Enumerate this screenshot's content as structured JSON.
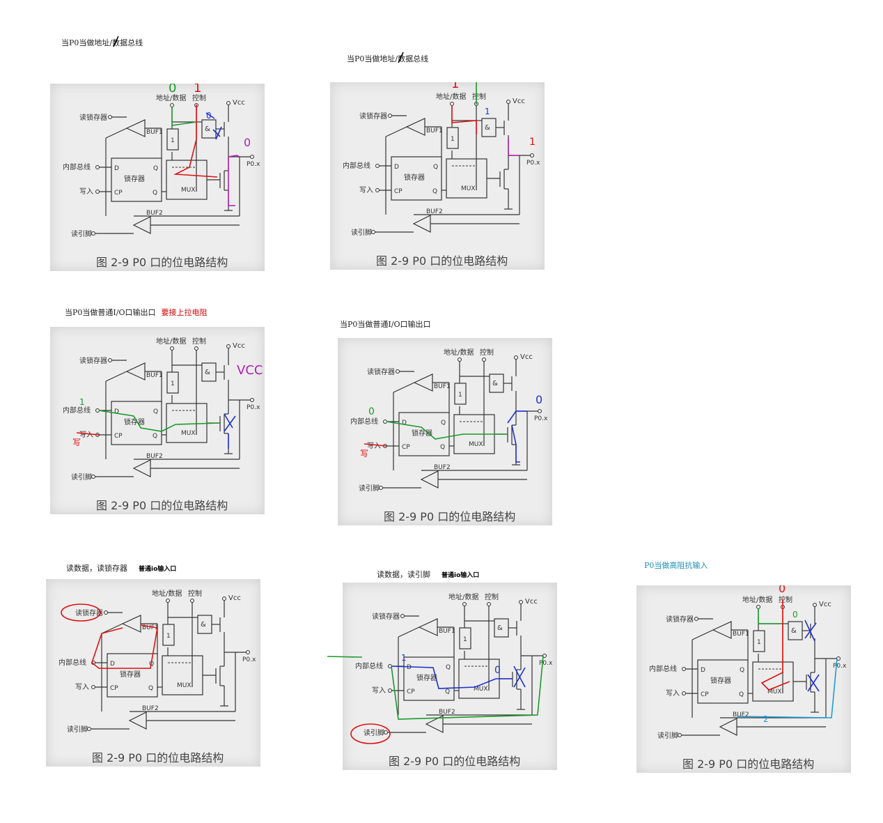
{
  "circuit": {
    "read_latch": "读锁存器",
    "internal_bus": "内部总线",
    "write_latch": "写入",
    "read_pin": "读引脚",
    "addr_data": "地址/数据",
    "control": "控制",
    "vcc": "Vcc",
    "buf1": "BUF1",
    "buf2": "BUF2",
    "latch": "锁存器",
    "d": "D",
    "cp": "CP",
    "q": "Q",
    "qbar": "Q",
    "mux": "MUX",
    "and": "&",
    "inv": "1",
    "pin": "P0.x",
    "figure_caption": "图 2-9   P0 口的位电路结构"
  },
  "panels": [
    {
      "caption": "当P0当做地址/数据总线",
      "note": ""
    },
    {
      "caption": "当P0当做地址/数据总线",
      "note": ""
    },
    {
      "caption": "当P0当做普通I/O口输出口",
      "note": "要接上拉电阻"
    },
    {
      "caption": "当P0当做普通I/O口输出口",
      "note": ""
    },
    {
      "caption": "读数据，读锁存器",
      "note": "普通io输入口"
    },
    {
      "caption": "读数据，读引脚",
      "note": "普通io输入口"
    },
    {
      "caption": "P0当做高阻抗输入",
      "note": ""
    }
  ],
  "annotations": {
    "p1": {
      "a": "0",
      "b": "1",
      "c": "0",
      "d": "0"
    },
    "p2": {
      "a": "1",
      "b": "1"
    },
    "p3": {
      "a": "1",
      "b": "1",
      "vcc": "VCC",
      "c": "1",
      "write": "写"
    },
    "p4": {
      "a": "0",
      "b": "0",
      "write": "写"
    },
    "p6": {
      "a": "1",
      "b": "0"
    },
    "p7": {
      "a": "0",
      "b": "0",
      "c": "2"
    }
  },
  "colors": {
    "red": "#e01010",
    "green": "#1a9a2a",
    "blue": "#1f2fd0",
    "purple": "#b020b0",
    "cyan": "#1f9ad6"
  }
}
